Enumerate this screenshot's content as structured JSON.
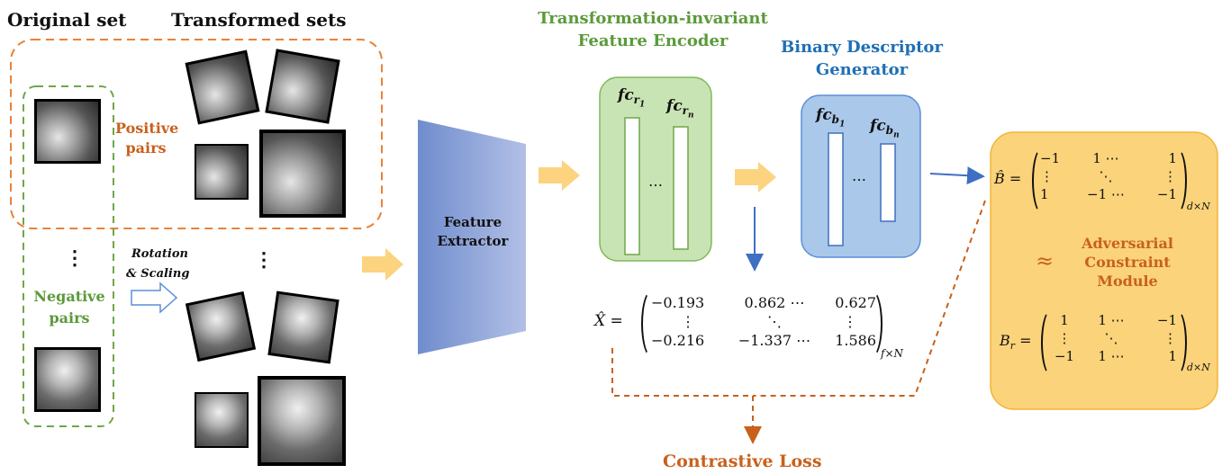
{
  "headers": {
    "original_set": "Original set",
    "transformed_sets": "Transformed sets",
    "encoder_title": "Transformation-invariant Feature Encoder",
    "encoder_title_line1": "Transformation-invariant",
    "encoder_title_line2": "Feature Encoder",
    "generator_title_line1": "Binary Descriptor",
    "generator_title_line2": "Generator"
  },
  "labels": {
    "positive_line1": "Positive",
    "positive_line2": "pairs",
    "negative_line1": "Negative",
    "negative_line2": "pairs",
    "rotation_line1": "Rotation",
    "rotation_line2": "& Scaling",
    "vdots": "⋮",
    "feature_extractor_line1": "Feature",
    "feature_extractor_line2": "Extractor",
    "hdots": "…",
    "adversarial_line1": "Adversarial",
    "adversarial_line2": "Constraint",
    "adversarial_line3": "Module",
    "approx": "≈",
    "contrastive_loss": "Contrastive Loss"
  },
  "encoder": {
    "fc_first": "fc",
    "fc_first_sub": "r",
    "fc_first_subsub": "1",
    "fc_last": "fc",
    "fc_last_sub": "r",
    "fc_last_subsub": "n"
  },
  "generator": {
    "fc_first": "fc",
    "fc_first_sub": "b",
    "fc_first_subsub": "1",
    "fc_last": "fc",
    "fc_last_sub": "b",
    "fc_last_subsub": "n"
  },
  "matrix_x": {
    "lhs": "X̂ =",
    "row1": [
      "−0.193",
      "0.862 ⋯",
      "0.627"
    ],
    "row2": [
      "⋮",
      "⋱",
      "⋮"
    ],
    "row3": [
      "−0.216",
      "−1.337 ⋯",
      "1.586"
    ],
    "dims": "f×N"
  },
  "matrix_b_hat": {
    "lhs": "B̂ =",
    "row1": [
      "−1",
      "1 ⋯",
      "1"
    ],
    "row2": [
      "⋮",
      "⋱",
      "⋮"
    ],
    "row3": [
      "1",
      "−1 ⋯",
      "−1"
    ],
    "dims": "d×N"
  },
  "matrix_b_r": {
    "lhs": "B",
    "lhs_sub": "r",
    "lhs_eq": "=",
    "row1": [
      "1",
      "1 ⋯",
      "−1"
    ],
    "row2": [
      "⋮",
      "⋱",
      "⋮"
    ],
    "row3": [
      "−1",
      "1 ⋯",
      "1"
    ],
    "dims": "d×N"
  },
  "colors": {
    "orange": "#c8611c",
    "green": "#5b9a3a",
    "blue": "#1f6fb5",
    "encoder_fill": "#c9e4b4",
    "generator_fill": "#a9c8ea",
    "adversarial_fill": "#fbd37a",
    "arrow_yellow": "#fcd37f"
  }
}
